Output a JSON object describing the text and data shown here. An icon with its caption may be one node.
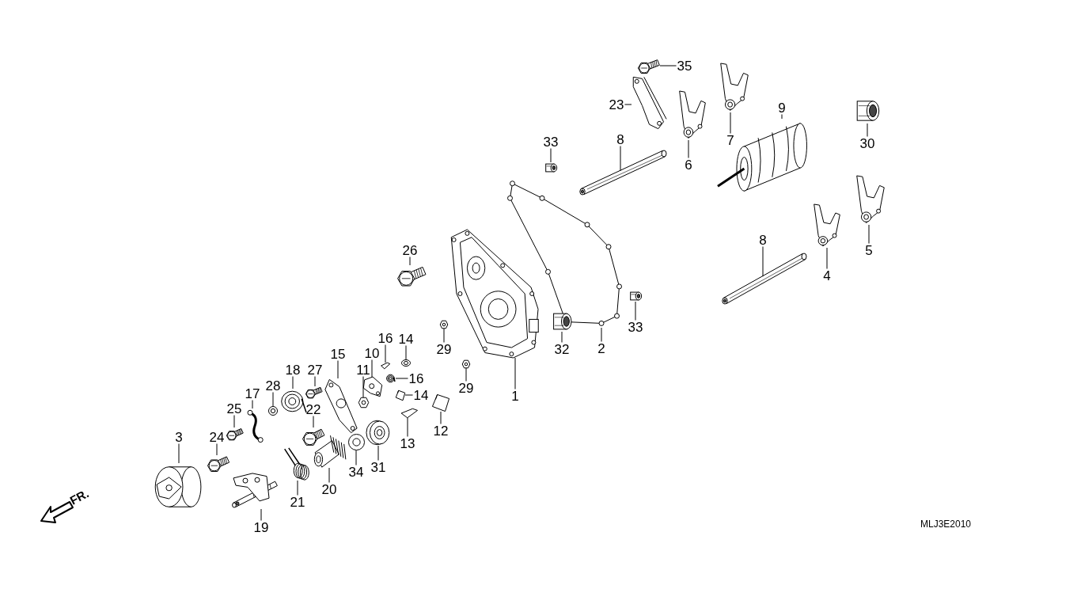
{
  "diagram": {
    "nodes": [
      {
        "text": [
          "1"
        ]
      },
      {
        "text": [],
        "shape": "picture"
      },
      {
        "text": [
          "2"
        ]
      },
      {
        "text": [],
        "shape": "picture"
      },
      {
        "text": [
          "3"
        ]
      },
      {
        "text": [],
        "shape": "picture"
      },
      {
        "text": [
          "4"
        ]
      },
      {
        "text": [],
        "shape": "picture"
      },
      {
        "text": [
          "5"
        ]
      },
      {
        "text": [],
        "shape": "picture"
      },
      {
        "text": [
          "6"
        ]
      },
      {
        "text": [],
        "shape": "picture"
      },
      {
        "text": [
          "7"
        ]
      },
      {
        "text": [],
        "shape": "picture"
      },
      {
        "text": [
          "8"
        ]
      },
      {
        "text": [],
        "shape": "picture"
      },
      {
        "text": [
          "8"
        ]
      },
      {
        "text": [],
        "shape": "picture"
      },
      {
        "text": [
          "9"
        ]
      },
      {
        "text": [],
        "shape": "picture"
      },
      {
        "text": [
          "10"
        ]
      },
      {
        "text": [],
        "shape": "picture"
      },
      {
        "text": [
          "11"
        ]
      },
      {
        "text": [],
        "shape": "picture"
      },
      {
        "text": [
          "12"
        ]
      },
      {
        "text": [],
        "shape": "picture"
      },
      {
        "text": [
          "13"
        ]
      },
      {
        "text": [],
        "shape": "picture"
      },
      {
        "text": [
          "14"
        ]
      },
      {
        "text": [],
        "shape": "picture"
      },
      {
        "text": [
          "14"
        ]
      },
      {
        "text": [],
        "shape": "picture"
      },
      {
        "text": [
          "15"
        ]
      },
      {
        "text": [],
        "shape": "picture"
      },
      {
        "text": [
          "16"
        ]
      },
      {
        "text": [],
        "shape": "picture"
      },
      {
        "text": [
          "16"
        ]
      },
      {
        "text": [],
        "shape": "picture"
      },
      {
        "text": [
          "17"
        ]
      },
      {
        "text": [],
        "shape": "picture"
      },
      {
        "text": [
          "18"
        ]
      },
      {
        "text": [],
        "shape": "picture"
      },
      {
        "text": [
          "19"
        ]
      },
      {
        "text": [],
        "shape": "picture"
      },
      {
        "text": [
          "20"
        ]
      },
      {
        "text": [],
        "shape": "picture"
      },
      {
        "text": [
          "21"
        ]
      },
      {
        "text": [],
        "shape": "picture"
      },
      {
        "text": [
          "22"
        ]
      },
      {
        "text": [],
        "shape": "picture"
      },
      {
        "text": [
          "23"
        ]
      },
      {
        "text": [],
        "shape": "picture"
      },
      {
        "text": [
          "24"
        ]
      },
      {
        "text": [],
        "shape": "picture"
      },
      {
        "text": [
          "25"
        ]
      },
      {
        "text": [],
        "shape": "picture"
      },
      {
        "text": [
          "26"
        ]
      },
      {
        "text": [],
        "shape": "picture"
      },
      {
        "text": [
          "27"
        ]
      },
      {
        "text": [],
        "shape": "picture"
      },
      {
        "text": [
          "28"
        ]
      },
      {
        "text": [],
        "shape": "picture"
      },
      {
        "text": [
          "29"
        ]
      },
      {
        "text": [],
        "shape": "picture"
      },
      {
        "text": [
          "29"
        ]
      },
      {
        "text": [],
        "shape": "picture"
      },
      {
        "text": [
          "30"
        ]
      },
      {
        "text": [],
        "shape": "picture"
      },
      {
        "text": [
          "31"
        ]
      },
      {
        "text": [],
        "shape": "picture"
      },
      {
        "text": [
          "32"
        ]
      },
      {
        "text": [],
        "shape": "picture"
      },
      {
        "text": [
          "33"
        ]
      },
      {
        "text": [],
        "shape": "picture"
      },
      {
        "text": [
          "33"
        ]
      },
      {
        "text": [],
        "shape": "picture"
      },
      {
        "text": [
          "34"
        ]
      },
      {
        "text": [],
        "shape": "picture"
      },
      {
        "text": [
          "35"
        ]
      },
      {
        "text": [],
        "shape": "picture"
      }
    ],
    "edges": [
      {
        "from": 0,
        "to": 1,
        "arrow": "none"
      },
      {
        "from": 2,
        "to": 3,
        "arrow": "none"
      },
      {
        "from": 4,
        "to": 5,
        "arrow": "none"
      },
      {
        "from": 6,
        "to": 7,
        "arrow": "none"
      },
      {
        "from": 8,
        "to": 9,
        "arrow": "none"
      },
      {
        "from": 10,
        "to": 11,
        "arrow": "none"
      },
      {
        "from": 12,
        "to": 13,
        "arrow": "none"
      },
      {
        "from": 14,
        "to": 15,
        "arrow": "none"
      },
      {
        "from": 16,
        "to": 17,
        "arrow": "none"
      },
      {
        "from": 18,
        "to": 19,
        "arrow": "none"
      },
      {
        "from": 20,
        "to": 21,
        "arrow": "none"
      },
      {
        "from": 22,
        "to": 23,
        "arrow": "none"
      },
      {
        "from": 24,
        "to": 25,
        "arrow": "none"
      },
      {
        "from": 26,
        "to": 27,
        "arrow": "none"
      },
      {
        "from": 28,
        "to": 29,
        "arrow": "none"
      },
      {
        "from": 30,
        "to": 31,
        "arrow": "none"
      },
      {
        "from": 32,
        "to": 33,
        "arrow": "none"
      },
      {
        "from": 34,
        "to": 35,
        "arrow": "none"
      },
      {
        "from": 36,
        "to": 37,
        "arrow": "none"
      },
      {
        "from": 38,
        "to": 39,
        "arrow": "none"
      },
      {
        "from": 40,
        "to": 41,
        "arrow": "none"
      },
      {
        "from": 42,
        "to": 43,
        "arrow": "none"
      },
      {
        "from": 44,
        "to": 45,
        "arrow": "none"
      },
      {
        "from": 46,
        "to": 47,
        "arrow": "none"
      },
      {
        "from": 48,
        "to": 49,
        "arrow": "none"
      },
      {
        "from": 50,
        "to": 51,
        "arrow": "none"
      },
      {
        "from": 52,
        "to": 53,
        "arrow": "none"
      },
      {
        "from": 54,
        "to": 55,
        "arrow": "none"
      },
      {
        "from": 56,
        "to": 57,
        "arrow": "none"
      },
      {
        "from": 58,
        "to": 59,
        "arrow": "none"
      },
      {
        "from": 60,
        "to": 61,
        "arrow": "none"
      },
      {
        "from": 62,
        "to": 63,
        "arrow": "none"
      },
      {
        "from": 64,
        "to": 65,
        "arrow": "none"
      },
      {
        "from": 66,
        "to": 67,
        "arrow": "none"
      },
      {
        "from": 68,
        "to": 69,
        "arrow": "none"
      },
      {
        "from": 70,
        "to": 71,
        "arrow": "none"
      },
      {
        "from": 72,
        "to": 73,
        "arrow": "none"
      },
      {
        "from": 74,
        "to": 75,
        "arrow": "none"
      },
      {
        "from": 76,
        "to": 77,
        "arrow": "none"
      },
      {
        "from": 78,
        "to": 79,
        "arrow": "none"
      }
    ],
    "labels": [
      "FR.",
      "MLJ3E2010"
    ]
  }
}
